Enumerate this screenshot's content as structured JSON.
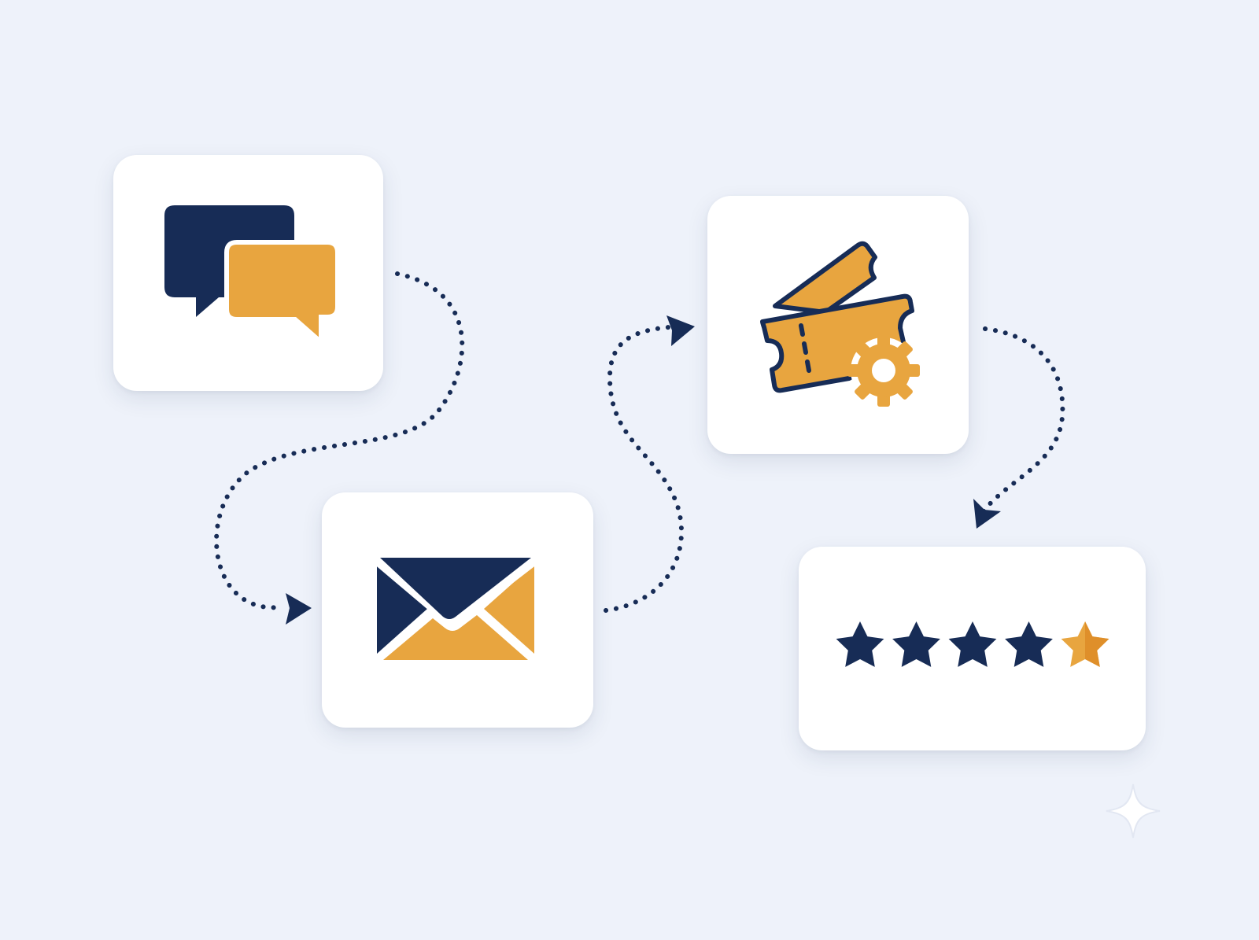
{
  "colors": {
    "background": "#eef2fa",
    "card": "#ffffff",
    "navy": "#172c56",
    "amber": "#e8a53f",
    "amber_dark": "#df8f2a"
  },
  "steps": [
    {
      "icon": "chat-bubbles-icon"
    },
    {
      "icon": "envelope-icon"
    },
    {
      "icon": "ticket-gear-icon"
    },
    {
      "icon": "star-rating-icon"
    }
  ],
  "rating": {
    "max": 5,
    "value": 4.5
  },
  "connectors": [
    {
      "from": "chat-bubbles-icon",
      "to": "envelope-icon",
      "style": "dotted"
    },
    {
      "from": "envelope-icon",
      "to": "ticket-gear-icon",
      "style": "dotted"
    },
    {
      "from": "ticket-gear-icon",
      "to": "star-rating-icon",
      "style": "dotted"
    }
  ],
  "decoration": {
    "icon": "sparkle-icon"
  }
}
